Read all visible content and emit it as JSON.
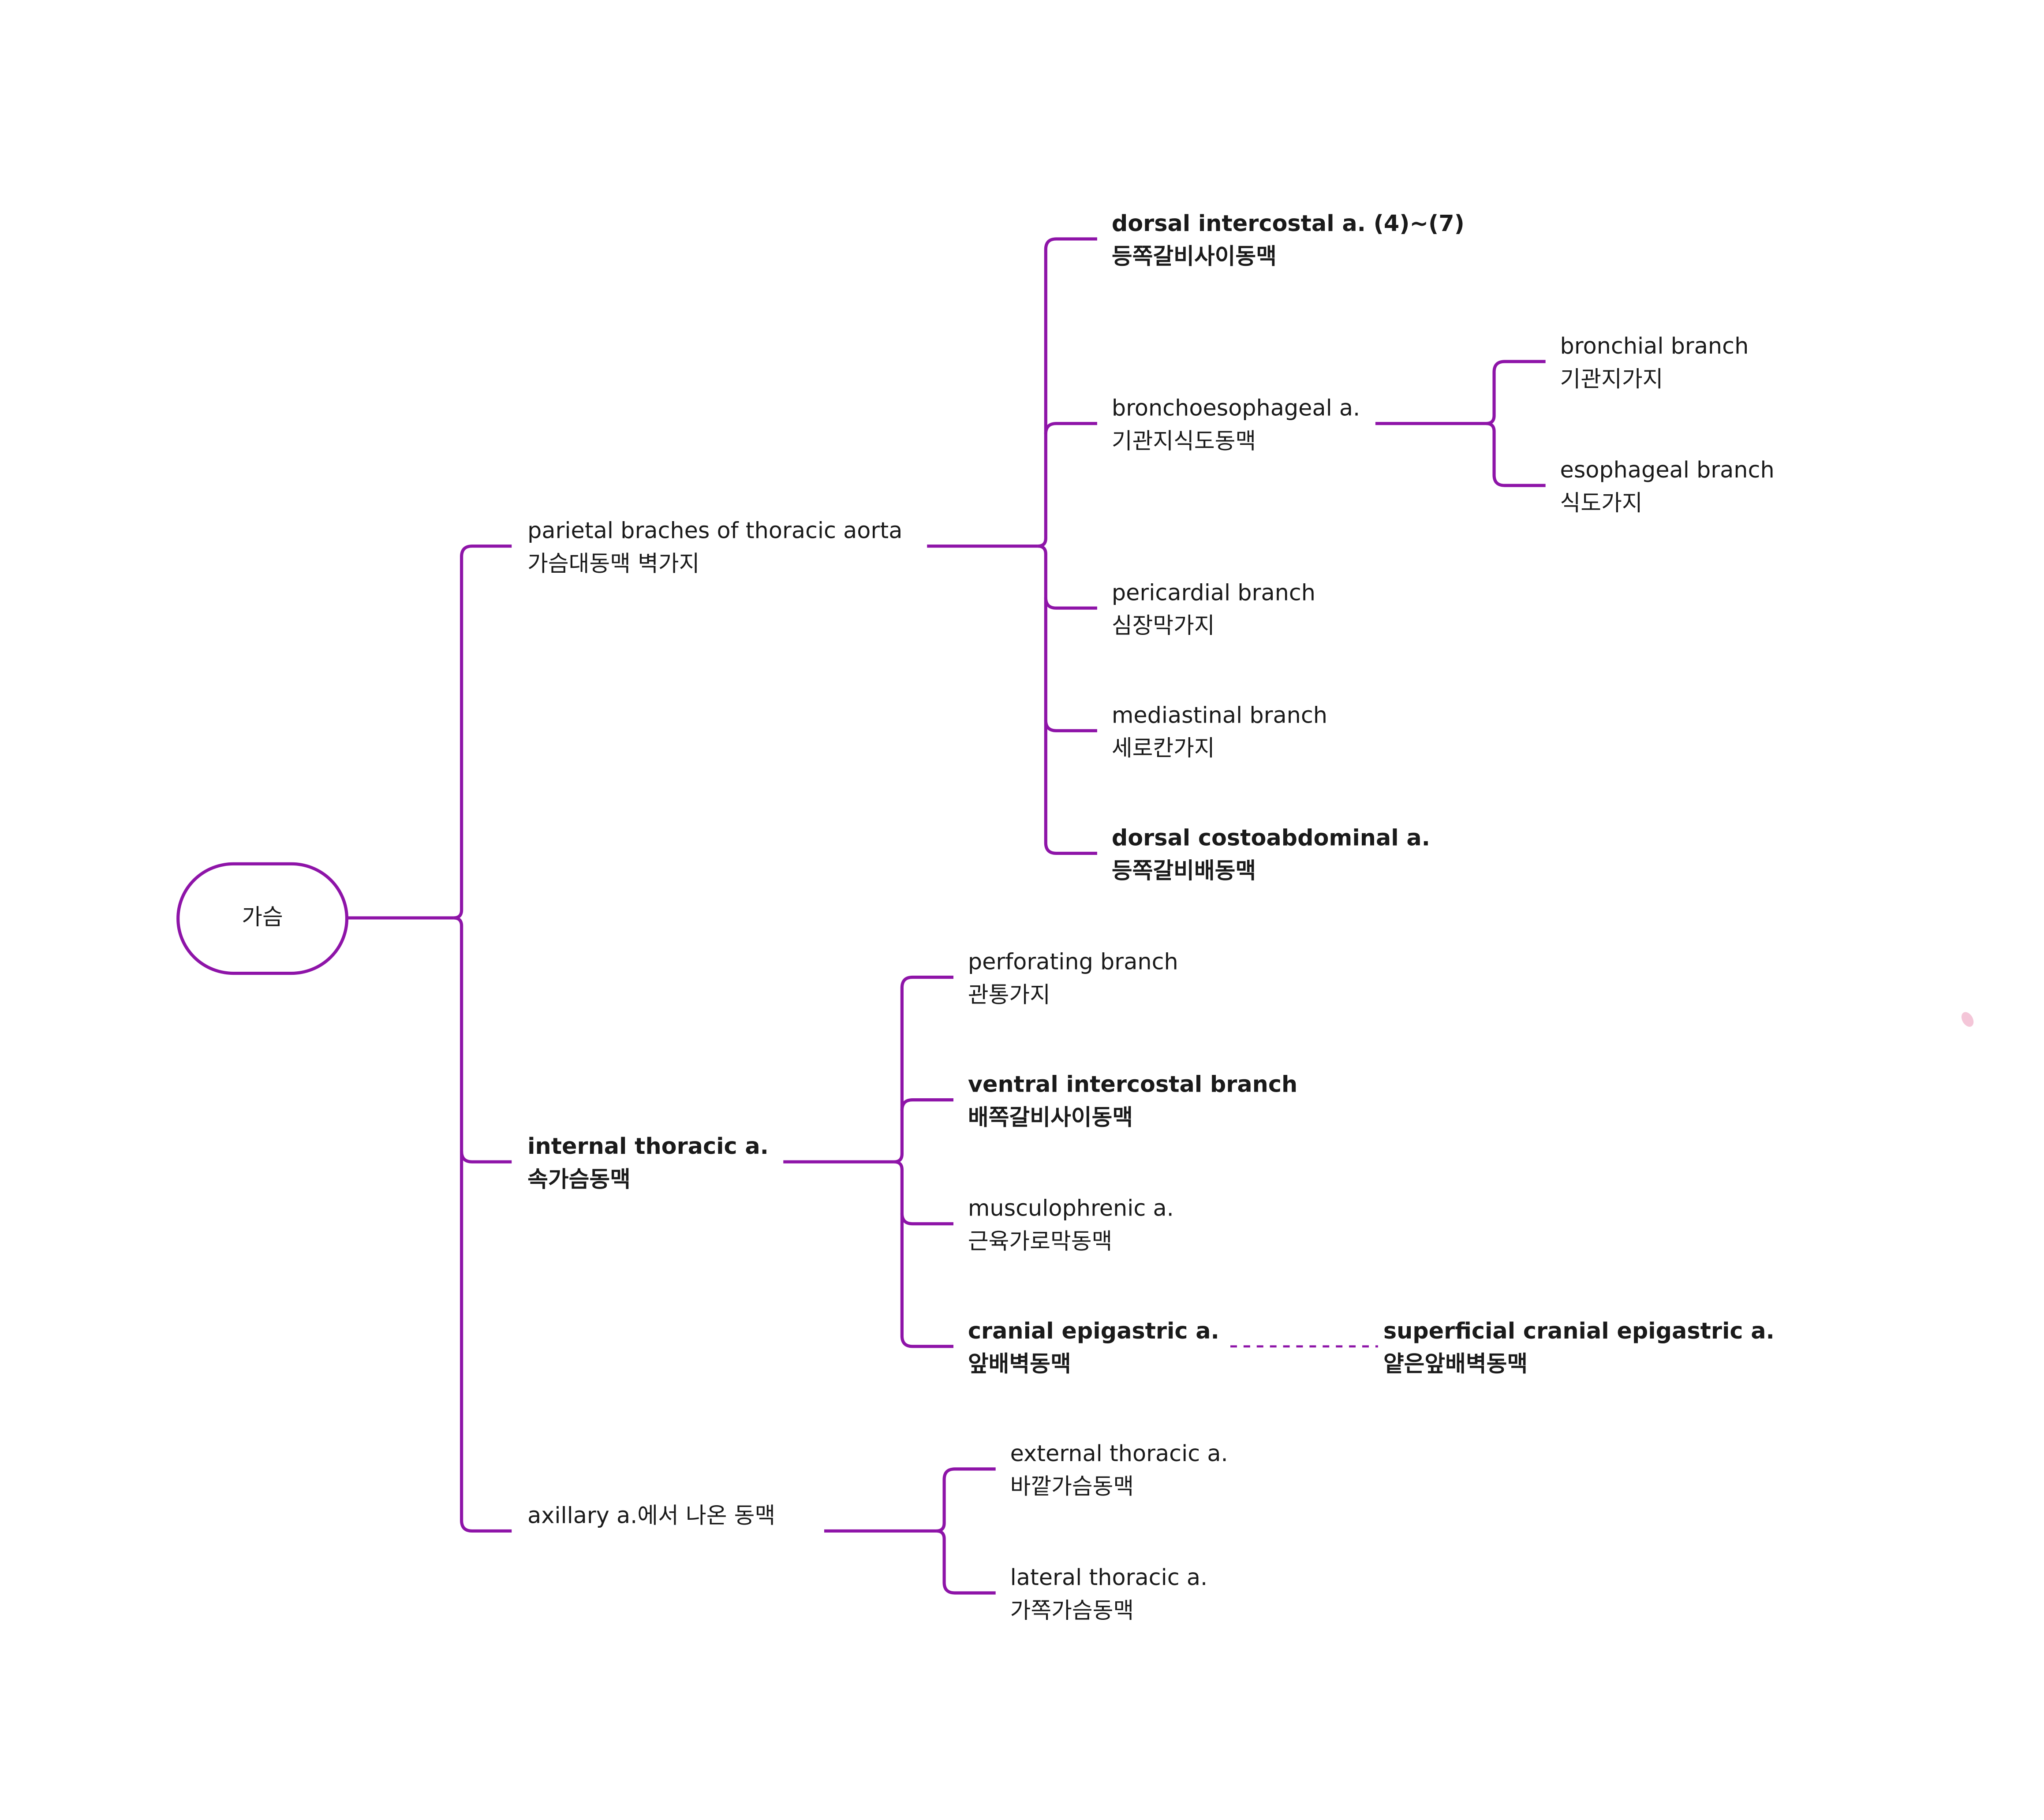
{
  "colors": {
    "line": "#8e14a8",
    "text": "#1a1a1a",
    "background": "#ffffff"
  },
  "root": {
    "label": "가슴"
  },
  "level1": [
    {
      "en": "parietal braches of thoracic aorta",
      "ko": "가슴대동맥 벽가지",
      "bold": false
    },
    {
      "en": "internal thoracic a.",
      "ko": "속가슴동맥",
      "bold": true
    },
    {
      "en": "axillary a.에서 나온  동맥",
      "ko": "",
      "bold": false
    }
  ],
  "parietal_children": [
    {
      "en": "dorsal intercostal a. (4)~(7)",
      "ko": "등쪽갈비사이동맥",
      "bold": true
    },
    {
      "en": "bronchoesophageal a.",
      "ko": "기관지식도동맥",
      "bold": false
    },
    {
      "en": "pericardial branch",
      "ko": "심장막가지",
      "bold": false
    },
    {
      "en": "mediastinal branch",
      "ko": "세로칸가지",
      "bold": false
    },
    {
      "en": "dorsal costoabdominal a.",
      "ko": "등쪽갈비배동맥",
      "bold": true
    }
  ],
  "bronchoesophageal_children": [
    {
      "en": "bronchial branch",
      "ko": "기관지가지",
      "bold": false
    },
    {
      "en": "esophageal branch",
      "ko": "식도가지",
      "bold": false
    }
  ],
  "internal_children": [
    {
      "en": "perforating branch",
      "ko": "관통가지",
      "bold": false
    },
    {
      "en": "ventral intercostal branch",
      "ko": "배쪽갈비사이동맥",
      "bold": true
    },
    {
      "en": "musculophrenic a.",
      "ko": "근육가로막동맥",
      "bold": false
    },
    {
      "en": "cranial epigastric a.",
      "ko": "앞배벽동맥",
      "bold": true
    }
  ],
  "cranial_epigastric_link": {
    "en": "superficial cranial epigastric a.",
    "ko": "얕은앞배벽동맥",
    "bold": true,
    "relation": "dashed"
  },
  "axillary_children": [
    {
      "en": "external thoracic a.",
      "ko": "바깥가슴동맥",
      "bold": false
    },
    {
      "en": "lateral thoracic a.",
      "ko": "가쪽가슴동맥",
      "bold": false
    }
  ]
}
